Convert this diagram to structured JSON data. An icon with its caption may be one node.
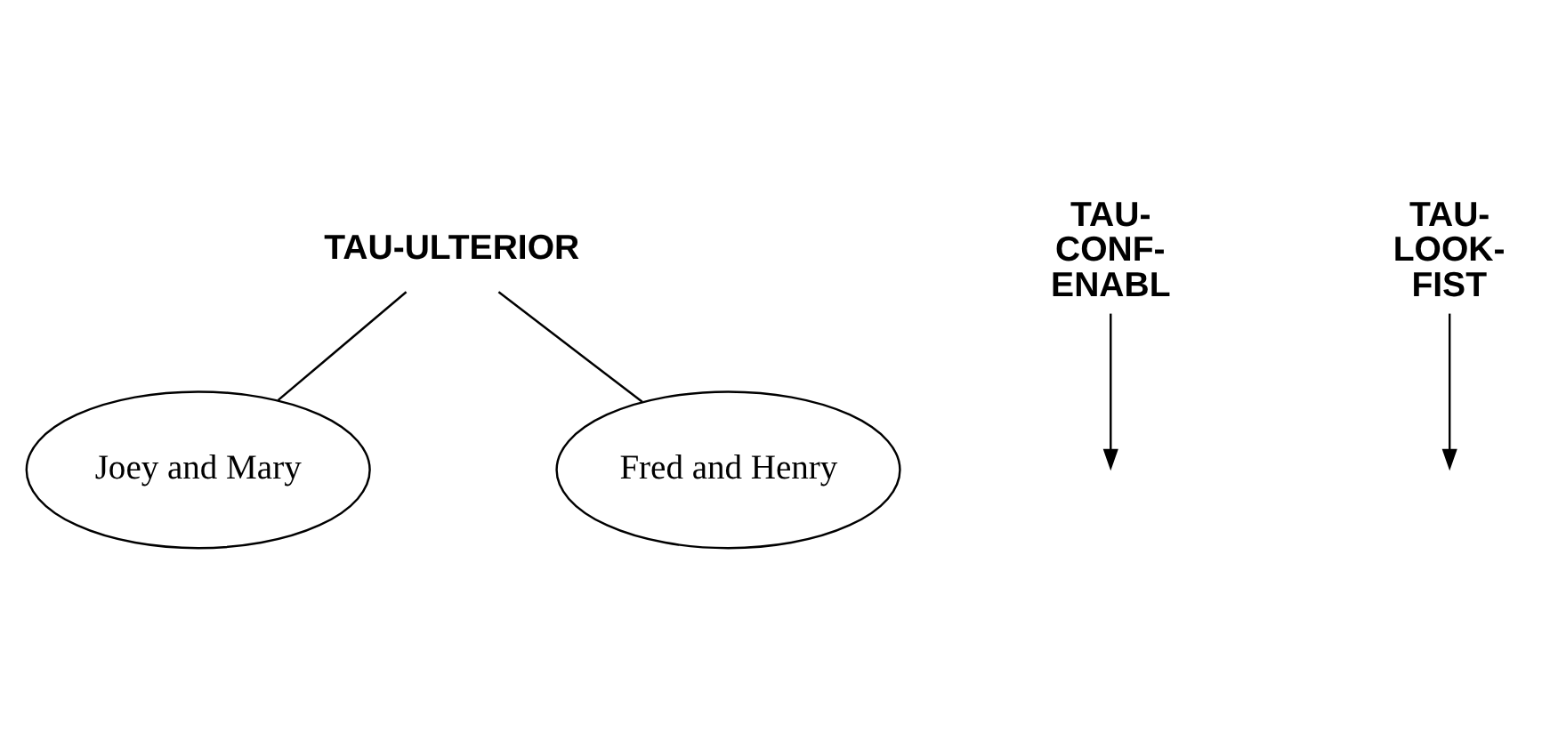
{
  "diagram": {
    "nodes": [
      {
        "text": [
          "TAU-ULTERIOR"
        ]
      },
      {
        "text": [
          "Joey and Mary"
        ]
      },
      {
        "text": [
          "Fred and Henry"
        ]
      },
      {
        "text": [
          "TAU- CONF- ENABL"
        ]
      },
      {
        "text": [
          "TAU- LOOK- FIST"
        ]
      }
    ],
    "edges": [
      {
        "from": 0,
        "to": 1,
        "arrow": "none"
      },
      {
        "from": 0,
        "to": 2,
        "arrow": "none"
      },
      {
        "from": 3,
        "to": null,
        "arrow": "to"
      },
      {
        "from": 4,
        "to": null,
        "arrow": "to"
      }
    ]
  }
}
